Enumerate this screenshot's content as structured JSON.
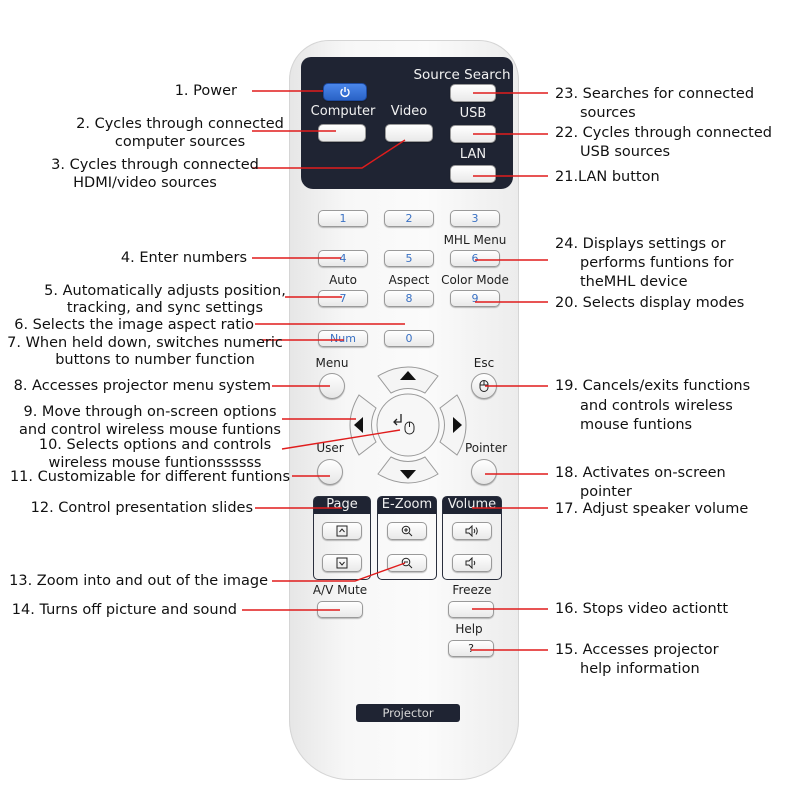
{
  "remote": {
    "top": {
      "source_search": "Source Search",
      "computer": "Computer",
      "video": "Video",
      "usb": "USB",
      "lan": "LAN"
    },
    "keys": {
      "n1": "1",
      "n2": "2",
      "n3": "3",
      "n4": "4",
      "n5": "5",
      "n6": "6",
      "n7": "7",
      "n8": "8",
      "n9": "9",
      "num": "Num",
      "n0": "0"
    },
    "labels": {
      "mhl_menu": "MHL Menu",
      "auto": "Auto",
      "aspect": "Aspect",
      "color_mode": "Color Mode",
      "menu": "Menu",
      "esc": "Esc",
      "user": "User",
      "pointer": "Pointer",
      "page": "Page",
      "ezoom": "E-Zoom",
      "volume": "Volume",
      "av_mute": "A/V Mute",
      "freeze": "Freeze",
      "help": "Help",
      "help_key": "?",
      "brand": "Projector"
    }
  },
  "annotations": {
    "left": [
      "1. Power",
      "2. Cycles through connected",
      "computer sources",
      "3. Cycles through connected",
      "HDMI/video sources",
      "4. Enter numbers",
      "5. Automatically adjusts position,",
      "tracking, and sync settings",
      "6. Selects the image aspect ratio",
      "7. When held down, switches numeric",
      "buttons to number function",
      "8. Accesses projector menu system",
      "9. Move through on-screen options",
      "and control wireless mouse funtions",
      "10. Selects options and controls",
      "wireless mouse funtionssssss",
      "11. Customizable for different funtions",
      "12. Control presentation slides",
      "13. Zoom into and out of the image",
      "14. Turns off picture and sound"
    ],
    "right": [
      "23. Searches for connected",
      "sources",
      "22. Cycles through connected",
      "USB sources",
      "21.LAN button",
      "24. Displays settings or",
      "performs funtions for",
      "theMHL device",
      "20. Selects display modes",
      "19. Cancels/exits functions",
      "and controls wireless",
      "mouse funtions",
      "18. Activates on-screen",
      "pointer",
      "17. Adjust speaker volume",
      "16. Stops video actiontt",
      "15. Accesses projector",
      "help information"
    ]
  },
  "colors": {
    "leader_line": "#e01c1c",
    "plate": "#1f2433",
    "power_button": "#2f6fd8",
    "numeric_text": "#3b72c4"
  },
  "icons": {
    "power": "power-icon",
    "up": "arrow-up-icon",
    "down": "arrow-down-icon",
    "left": "arrow-left-icon",
    "right": "arrow-right-icon",
    "enter": "enter-mouse-icon",
    "esc": "mouse-icon",
    "page_up": "page-up-icon",
    "page_down": "page-down-icon",
    "zoom_in": "zoom-in-icon",
    "zoom_out": "zoom-out-icon",
    "vol_up": "volume-up-icon",
    "vol_down": "volume-down-icon"
  }
}
